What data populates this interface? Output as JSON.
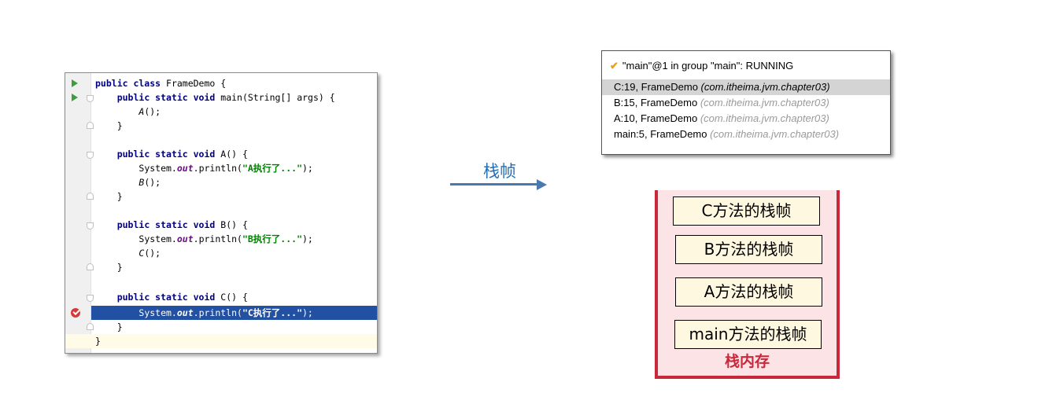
{
  "editor": {
    "lines": [
      {
        "kw": "public class ",
        "rest": "FrameDemo {"
      },
      {
        "indent": "    ",
        "kw": "public static void ",
        "rest": "main(String[] args) {"
      },
      {
        "indent": "        ",
        "call": "A",
        "rest": "();"
      },
      {
        "indent": "    ",
        "rest": "}"
      },
      {
        "rest": ""
      },
      {
        "indent": "    ",
        "kw": "public static void ",
        "rest": "A() {"
      },
      {
        "indent": "        ",
        "pre": "System.",
        "it": "out",
        "mid": ".println(",
        "str": "\"A执行了...\"",
        "rest": ");"
      },
      {
        "indent": "        ",
        "call": "B",
        "rest": "();"
      },
      {
        "indent": "    ",
        "rest": "}"
      },
      {
        "rest": ""
      },
      {
        "indent": "    ",
        "kw": "public static void ",
        "rest": "B() {"
      },
      {
        "indent": "        ",
        "pre": "System.",
        "it": "out",
        "mid": ".println(",
        "str": "\"B执行了...\"",
        "rest": ");"
      },
      {
        "indent": "        ",
        "call": "C",
        "rest": "();"
      },
      {
        "indent": "    ",
        "rest": "}"
      },
      {
        "rest": ""
      },
      {
        "indent": "    ",
        "kw": "public static void ",
        "rest": "C() {"
      },
      {
        "indent": "        ",
        "pre": "System.",
        "it": "out",
        "mid": ".println(",
        "str": "\"C执行了...\"",
        "rest": ");"
      },
      {
        "indent": "    ",
        "rest": "}"
      },
      {
        "rest": "}"
      }
    ],
    "highlight_color": "#2250a3"
  },
  "arrow": {
    "label": "栈帧",
    "color": "#4a78b0"
  },
  "debugger": {
    "thread": "\"main\"@1 in group \"main\": RUNNING",
    "frames": [
      {
        "loc": "C:19, FrameDemo ",
        "pkg": "(com.itheima.jvm.chapter03)"
      },
      {
        "loc": "B:15, FrameDemo ",
        "pkg": "(com.itheima.jvm.chapter03)"
      },
      {
        "loc": "A:10, FrameDemo ",
        "pkg": "(com.itheima.jvm.chapter03)"
      },
      {
        "loc": "main:5, FrameDemo ",
        "pkg": "(com.itheima.jvm.chapter03)"
      }
    ]
  },
  "stack": {
    "frames": [
      "C方法的栈帧",
      "B方法的栈帧",
      "A方法的栈帧",
      "main方法的栈帧"
    ],
    "label": "栈内存",
    "color": "#c8283a"
  }
}
